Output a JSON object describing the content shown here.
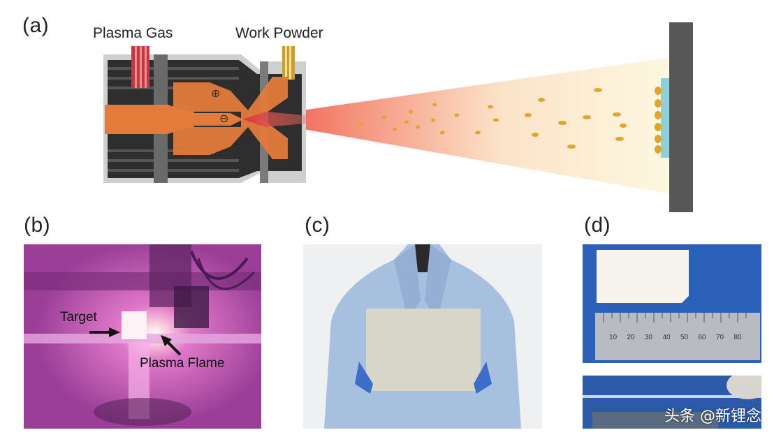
{
  "panels": {
    "a": {
      "label": "(a)",
      "plasma_gas_label": "Plasma Gas",
      "work_powder_label": "Work Powder",
      "anode_symbol": "⊕",
      "cathode_symbol": "⊖"
    },
    "b": {
      "label": "(b)",
      "target_label": "Target",
      "plasma_flame_label": "Plasma Flame"
    },
    "c": {
      "label": "(c)"
    },
    "d": {
      "label": "(d)",
      "ruler_numbers": [
        "10",
        "20",
        "30",
        "40",
        "50",
        "60",
        "70",
        "80"
      ]
    }
  },
  "watermark": "头条 @新锂念",
  "colors": {
    "torch_body": "#3a3a3a",
    "electrode_orange": "#e07a3a",
    "plume_red": "#ef5a4a",
    "plume_yellow": "#fbf4d6",
    "particle": "#e2a52a",
    "substrate": "#555555",
    "coating": "#8fd0d8",
    "photo_pink": "#c860b8",
    "photo_blue_bg": "#2a60b8"
  }
}
